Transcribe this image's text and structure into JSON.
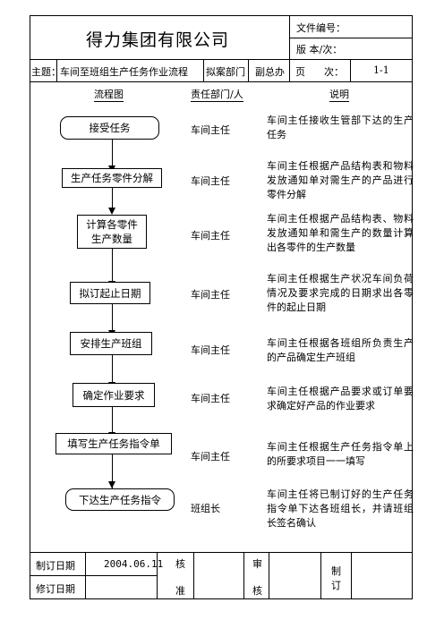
{
  "header": {
    "company": "得力集团有限公司",
    "doc_no_label": "文件编号：",
    "version_label": "版 本/次：",
    "subject_label": "主题：",
    "subject": "车间至班组生产任务作业流程",
    "draft_dept_label": "拟案部门",
    "draft_dept": "副总办",
    "page_label": "页      次：",
    "page_value": "1-1"
  },
  "columns": {
    "flow": "流程图",
    "dept": "责任部门/人",
    "desc": "说明"
  },
  "steps": [
    {
      "box": "接受任务",
      "dept": "车间主任",
      "desc": "车间主任接收生管部下达的生产任务"
    },
    {
      "box": "生产任务零件分解",
      "dept": "车间主任",
      "desc": "车间主任根据产品结构表和物料发放通知单对需生产的产品进行零件分解"
    },
    {
      "box1": "计算各零件",
      "box2": "生产数量",
      "dept": "车间主任",
      "desc": "车间主任根据产品结构表、物料发放通知单和需生产的数量计算出各零件的生产数量"
    },
    {
      "box": "拟订起止日期",
      "dept": "车间主任",
      "desc": "车间主任根据生产状况车间负荷情况及要求完成的日期求出各零件的起止日期"
    },
    {
      "box": "安排生产班组",
      "dept": "车间主任",
      "desc": "车间主任根据各班组所负责生产的产品确定生产班组"
    },
    {
      "box": "确定作业要求",
      "dept": "车间主任",
      "desc": "车间主任根据产品要求或订单要求确定好产品的作业要求"
    },
    {
      "box": "填写生产任务指令单",
      "dept": "车间主任",
      "desc": "车间主任根据生产任务指令单上的所要求项目一一填写"
    },
    {
      "box": "下达生产任务指令",
      "dept": "班组长",
      "desc": "车间主任将已制订好的生产任务指令单下达各班组长，并请班组长签名确认"
    }
  ],
  "footer": {
    "made_date_label": "制订日期",
    "made_date": "2004.06.11",
    "revise_date_label": "修订日期",
    "approve_1": "核",
    "approve_2": "准",
    "review_1": "审",
    "review_2": "核",
    "make_1": "制",
    "make_2": "订"
  }
}
